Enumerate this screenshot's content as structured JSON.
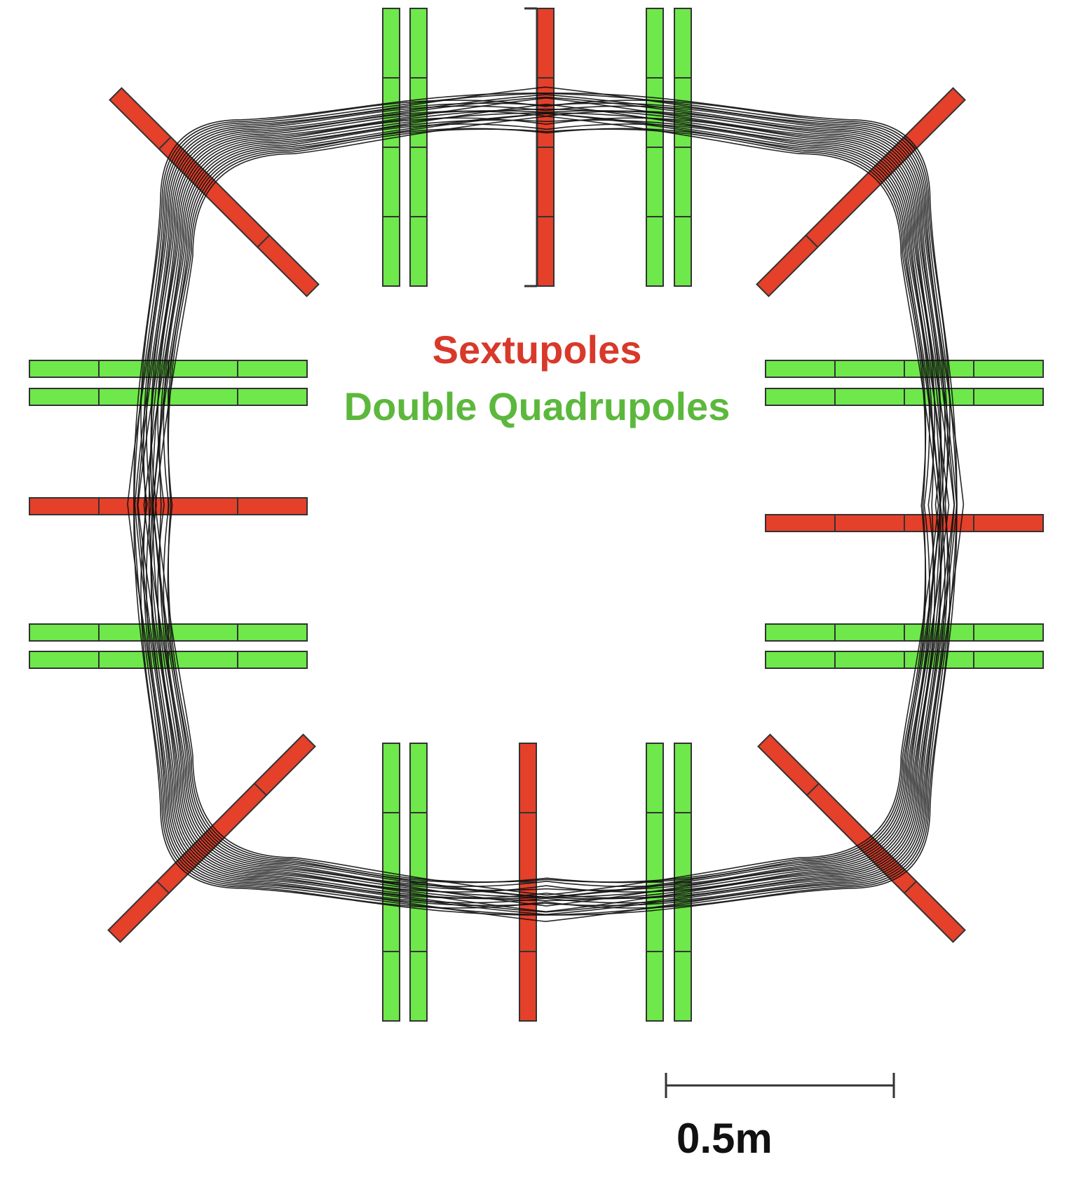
{
  "legend": {
    "sextupoles": "Sextupoles",
    "double_quadrupoles": "Double Quadrupoles"
  },
  "scale_bar": {
    "label": "0.5m"
  },
  "colors": {
    "sextupole": "#e4402a",
    "quadrupole": "#6ee84a",
    "legend_sextupole": "#d8392a",
    "legend_quadrupole": "#5cb83c",
    "outline": "#333333",
    "trajectory": "#111111"
  }
}
